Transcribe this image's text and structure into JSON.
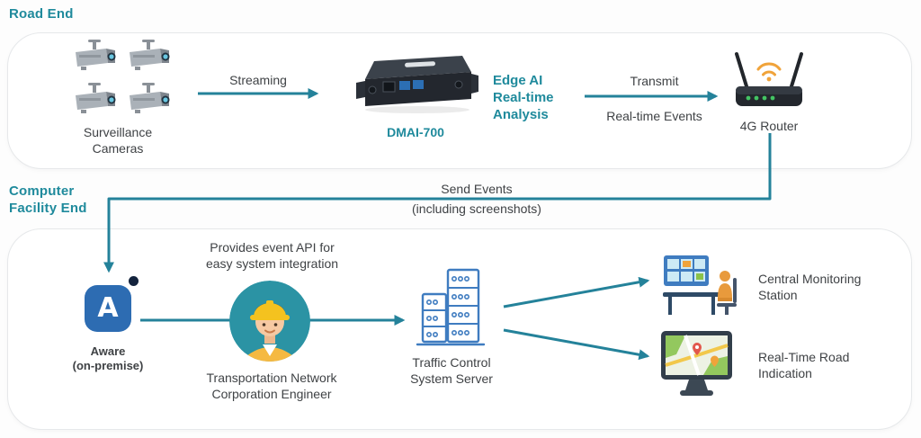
{
  "colors": {
    "teal": "#1f8a9c",
    "arrow": "#24829a",
    "dark_text": "#3f4245",
    "aware_blue": "#2d6cb2",
    "server_blue": "#3f7cc0",
    "helmet_yellow": "#f4c21f",
    "wifi_orange": "#f0a33a",
    "led_green": "#43c463"
  },
  "road_end": {
    "section_label": "Road End",
    "cameras_label": "Surveillance\nCameras",
    "streaming_label": "Streaming",
    "device_label": "DMAI-700",
    "edge_ai_caption": "Edge AI\nReal-time\nAnalysis",
    "transmit_label": "Transmit",
    "transmit_sublabel": "Real-time Events",
    "router_label": "4G Router"
  },
  "facility": {
    "section_label": "Computer\nFacility End",
    "send_events_label": "Send Events\n(including screenshots)",
    "api_caption": "Provides event API for\neasy system integration",
    "aware_letter": "A",
    "aware_label": "Aware\n(on-premise)",
    "engineer_label": "Transportation Network\nCorporation Engineer",
    "server_label": "Traffic Control\nSystem Server",
    "monitoring_label": "Central Monitoring\nStation",
    "road_indication_label": "Real-Time Road\nIndication"
  },
  "icons": [
    "cctv-camera-icon",
    "dmai-700-device-icon",
    "router-4g-icon",
    "wifi-icon",
    "aware-app-icon",
    "engineer-avatar-icon",
    "server-icon",
    "monitoring-station-icon",
    "road-indication-screen-icon"
  ]
}
